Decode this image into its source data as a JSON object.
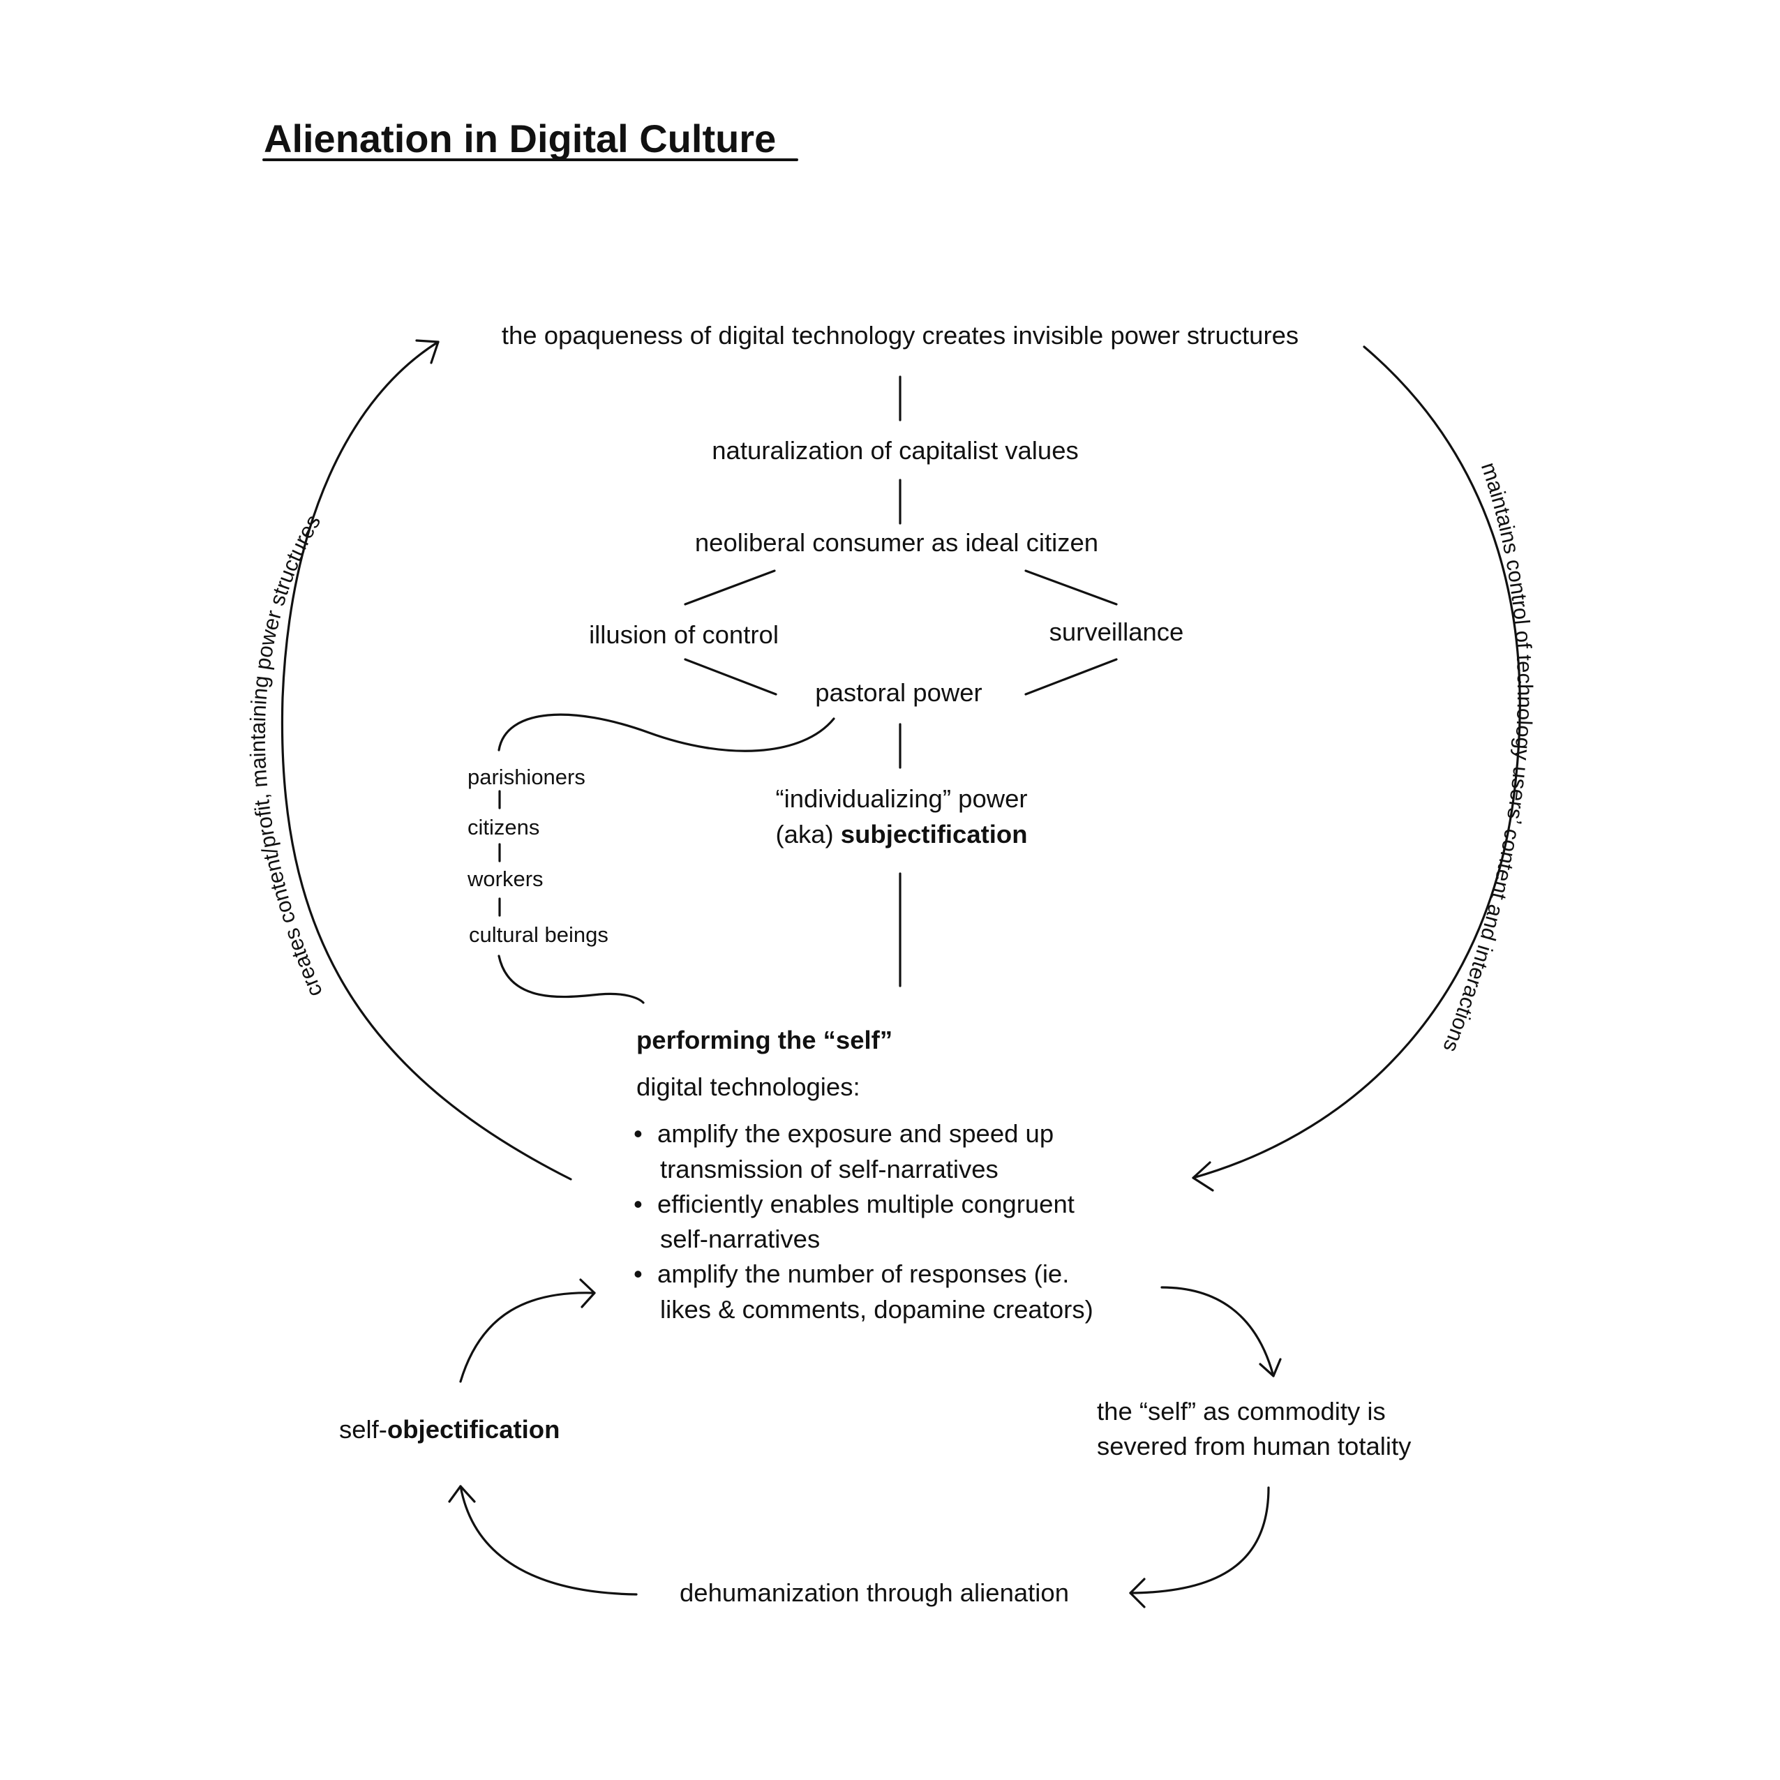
{
  "title": "Alienation in Digital Culture",
  "nodes": {
    "opaqueness": "the opaqueness of digital technology creates invisible power structures",
    "naturalization": "naturalization of capitalist values",
    "neoliberal": "neoliberal consumer as ideal citizen",
    "illusion": "illusion of control",
    "surveillance": "surveillance",
    "pastoral": "pastoral power",
    "individualizing_line1": "“individualizing” power",
    "individualizing_line2_prefix": "(aka) ",
    "individualizing_line2_bold": "subjectification",
    "performing": "performing the “self”",
    "digital_tech": "digital technologies:",
    "self_obj_prefix": "self-",
    "self_obj_bold": "objectification",
    "commodity_line1": "the “self” as commodity is",
    "commodity_line2": "severed from human totality",
    "dehumanization": "dehumanization through alienation"
  },
  "subjects": [
    "parishioners",
    "citizens",
    "workers",
    "cultural beings"
  ],
  "bullets": [
    {
      "line1": "amplify the exposure and speed up",
      "line2": "transmission of self-narratives"
    },
    {
      "line1": "efficiently enables multiple congruent",
      "line2": "self-narratives"
    },
    {
      "line1": "amplify the number of responses (ie.",
      "line2": "likes & comments, dopamine creators)"
    }
  ],
  "bullet_symbol": "•",
  "arc_labels": {
    "left": "creates content/profit, maintaining power structures",
    "right": "maintains control of technology users’ content and interactions"
  }
}
